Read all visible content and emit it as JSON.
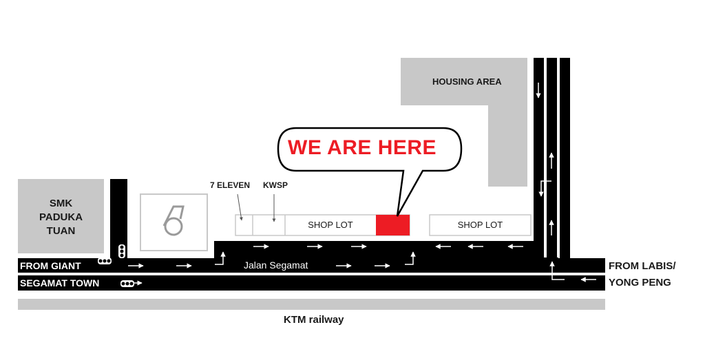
{
  "colors": {
    "road": "#000000",
    "building": "#c8c8c8",
    "highlight": "#ed1c24",
    "outline": "#c8c8c8",
    "text": "#1a1a1a",
    "road_text": "#ffffff"
  },
  "bubble": {
    "text": "WE ARE HERE"
  },
  "school": {
    "line1": "SMK",
    "line2": "PADUKA",
    "line3": "TUAN"
  },
  "housing": {
    "label": "HOUSING AREA"
  },
  "stores": {
    "seven_eleven": "7 ELEVEN",
    "kwsp": "KWSP",
    "shop_lot_1": "SHOP LOT",
    "shop_lot_2": "SHOP LOT"
  },
  "roads": {
    "jalan_segamat": "Jalan Segamat",
    "from_giant": "FROM GIANT",
    "segamat_town": "SEGAMAT TOWN",
    "from_labis": "FROM LABIS/",
    "yong_peng": "YONG PENG"
  },
  "railway": {
    "label": "KTM railway"
  },
  "icons": [
    "petronas-logo-icon",
    "traffic-light-icon",
    "arrow-right-icon",
    "arrow-left-icon",
    "arrow-up-icon",
    "arrow-down-icon"
  ]
}
